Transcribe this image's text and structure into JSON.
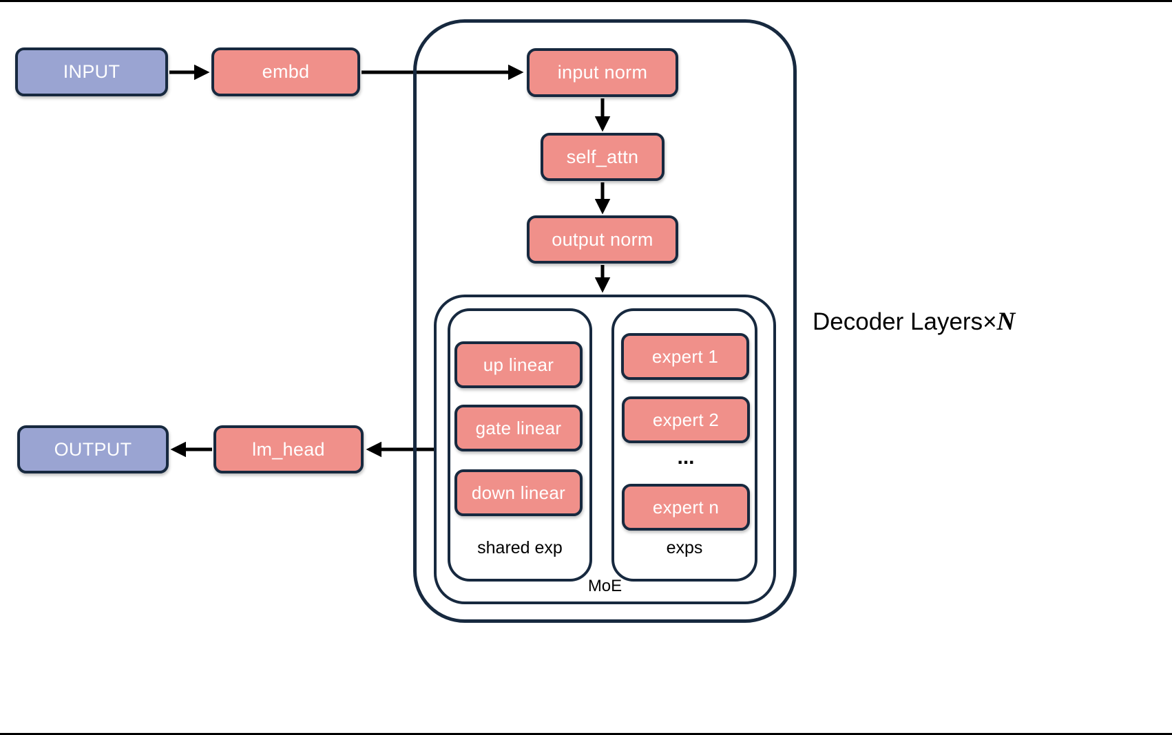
{
  "nodes": {
    "input": "INPUT",
    "embd": "embd",
    "input_norm": "input norm",
    "self_attn": "self_attn",
    "output_norm": "output norm",
    "up_linear": "up linear",
    "gate_linear": "gate linear",
    "down_linear": "down linear",
    "expert_1": "expert 1",
    "expert_2": "expert 2",
    "experts_ellipsis": "...",
    "expert_n": "expert n",
    "lm_head": "lm_head",
    "output": "OUTPUT"
  },
  "labels": {
    "shared_exp": "shared exp",
    "exps": "exps",
    "moe": "MoE",
    "decoder_layers": "Decoder Layers×",
    "decoder_layers_n": "N"
  },
  "colors": {
    "io_fill": "#9aa4d2",
    "block_fill": "#f0908a",
    "outline": "#17293f",
    "arrow": "#000000",
    "background": "#ffffff"
  }
}
